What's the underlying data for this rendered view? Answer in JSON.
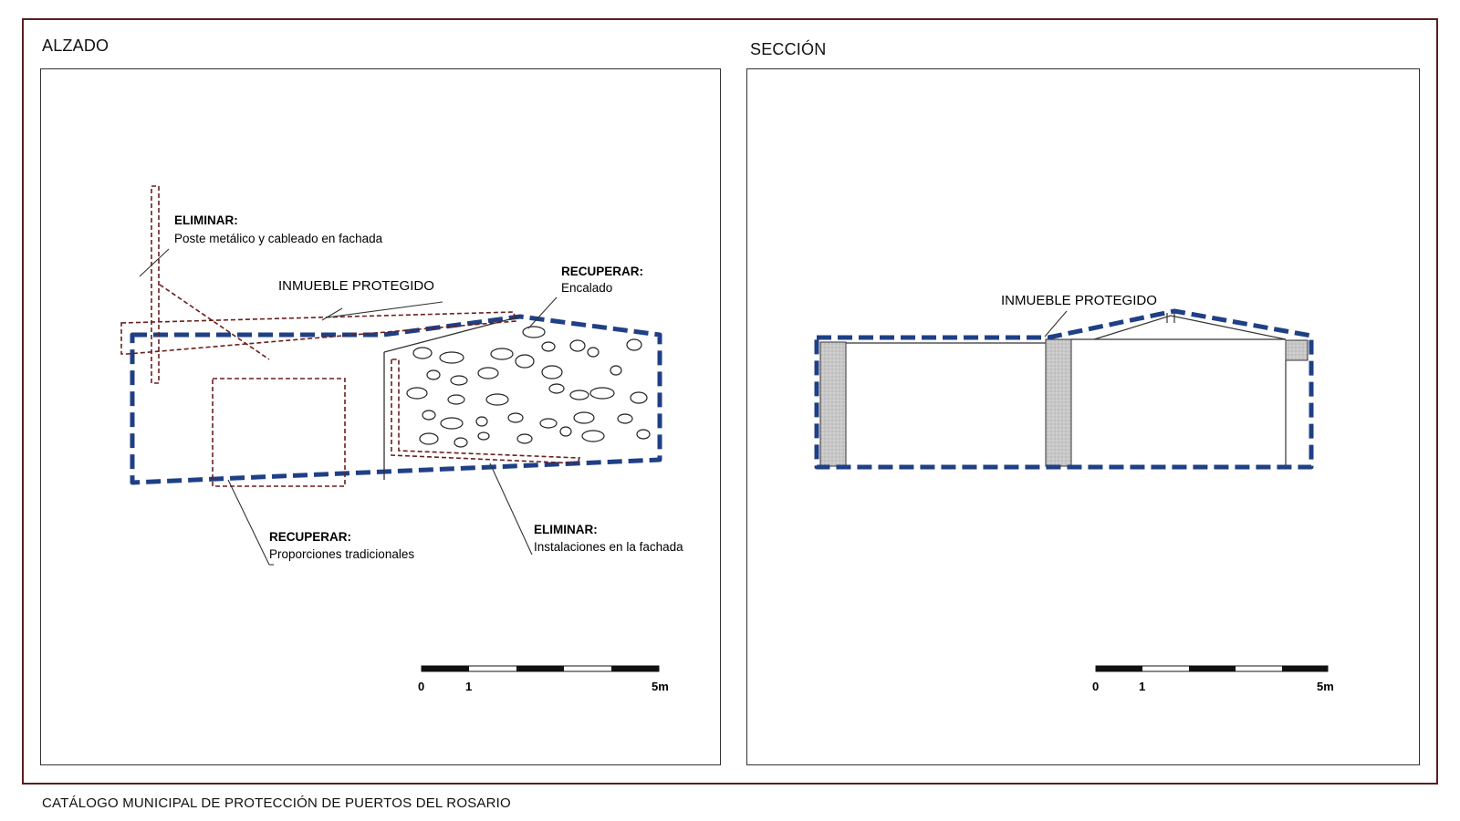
{
  "views": {
    "alzado": {
      "title": "ALZADO",
      "labels": {
        "eliminar_poste_title": "ELIMINAR:",
        "eliminar_poste_text": "Poste metálico y cableado en fachada",
        "inmueble": "INMUEBLE PROTEGIDO",
        "recuperar_encalado_title": "RECUPERAR:",
        "recuperar_encalado_text": "Encalado",
        "recuperar_prop_title": "RECUPERAR:",
        "recuperar_prop_text": "Proporciones tradicionales",
        "eliminar_inst_title": "ELIMINAR:",
        "eliminar_inst_text": "Instalaciones en la fachada"
      },
      "scale": {
        "zero": "0",
        "one": "1",
        "five": "5m"
      }
    },
    "seccion": {
      "title": "SECCIÓN",
      "labels": {
        "inmueble": "INMUEBLE PROTEGIDO"
      },
      "scale": {
        "zero": "0",
        "one": "1",
        "five": "5m"
      }
    }
  },
  "footer": "CATÁLOGO MUNICIPAL DE PROTECCIÓN DE PUERTOS DEL ROSARIO",
  "colors": {
    "protected_outline": "#1f3f86",
    "intervention_outline": "#6b1e1e",
    "sheet_border": "#5a1f1f",
    "hatch_fill": "#c9c9c9"
  }
}
